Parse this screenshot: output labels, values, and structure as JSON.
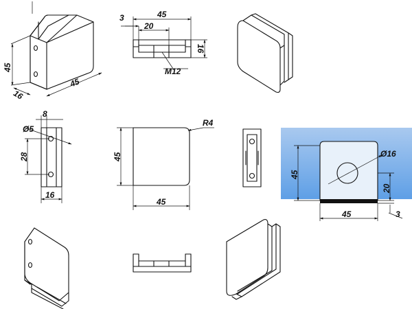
{
  "top_iso": {
    "d45_front": "45",
    "d16": "16",
    "d45_side": "45"
  },
  "top_plan": {
    "d3": "3",
    "d45": "45",
    "d20": "20",
    "d16": "16",
    "m12": "M12"
  },
  "side_elev": {
    "d8": "8",
    "d5": "Ø5",
    "d28": "28",
    "d16": "16"
  },
  "front_elev": {
    "r4": "R4",
    "d45v": "45",
    "d45h": "45"
  },
  "glass_view": {
    "d16": "Ø16",
    "d45v": "45",
    "d20": "20",
    "d45h": "45",
    "d3": "3"
  },
  "colors": {
    "glass_top": "#a9c9ef",
    "glass_bottom": "#5e9fe6"
  }
}
